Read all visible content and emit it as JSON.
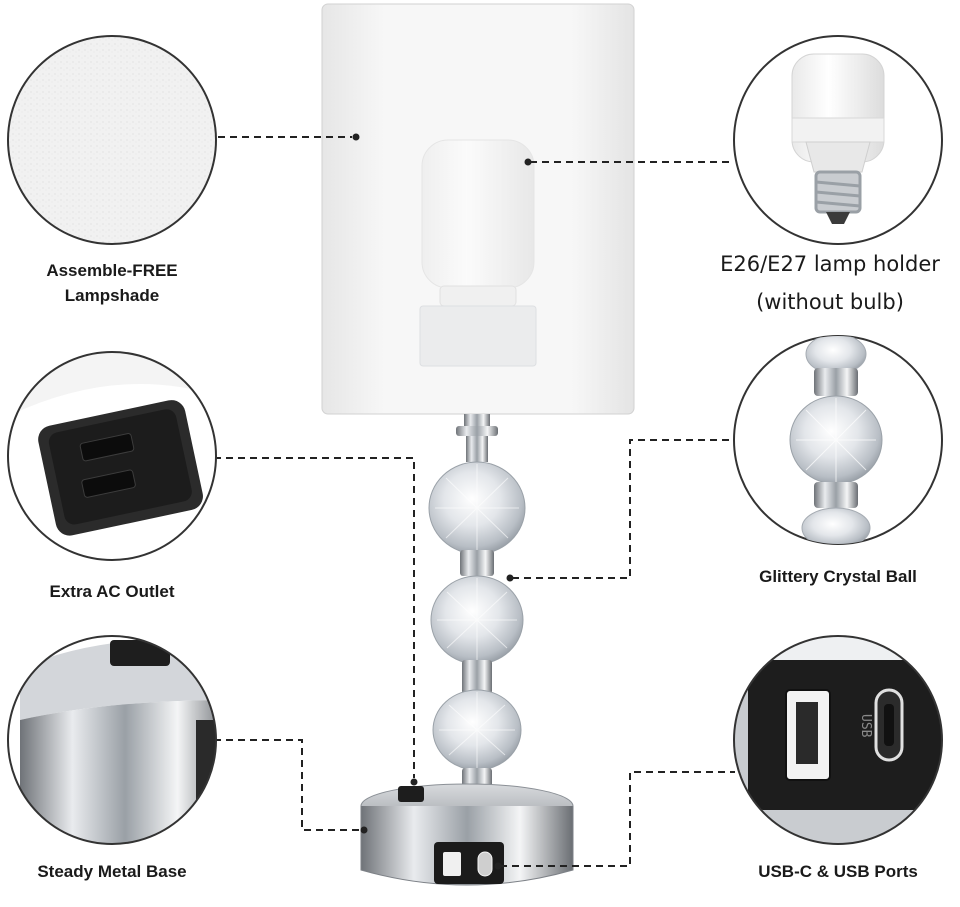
{
  "callouts": {
    "lampshade": {
      "line1": "Assemble-FREE",
      "line2": "Lampshade",
      "icon": "lampshade-texture-icon"
    },
    "lamp_holder": {
      "line1": "E26/E27 lamp holder",
      "line2": "(without bulb)",
      "icon": "light-bulb-icon"
    },
    "ac_outlet": {
      "line1": "Extra AC Outlet",
      "icon": "ac-outlet-icon"
    },
    "crystal_ball": {
      "line1": "Glittery Crystal Ball",
      "icon": "crystal-ball-icon"
    },
    "metal_base": {
      "line1": "Steady Metal Base",
      "icon": "metal-base-icon"
    },
    "usb_ports": {
      "line1": "USB-C & USB Ports",
      "icon": "usb-ports-icon"
    }
  },
  "colors": {
    "text": "#1a1a1a",
    "leader_line": "#222222",
    "circle_border": "#333333",
    "shade": "#f3f3f3",
    "chrome": "#b9bcc0"
  }
}
